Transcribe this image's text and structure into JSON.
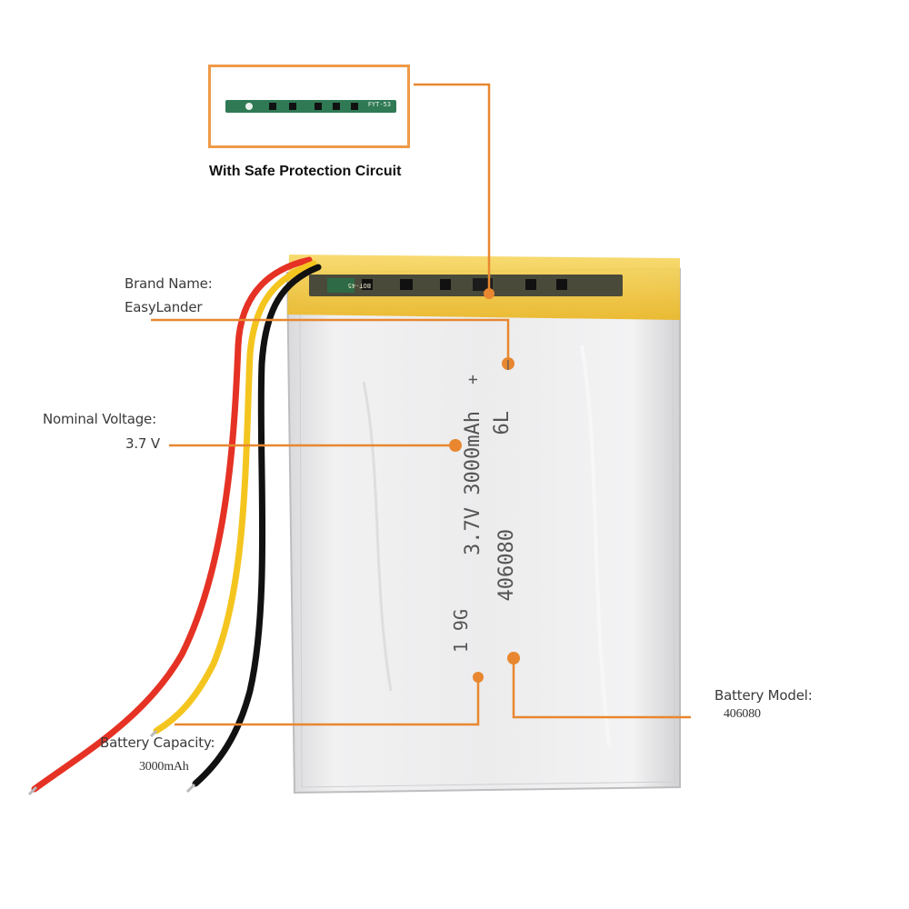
{
  "inset": {
    "caption": "With Safe Protection Circuit",
    "pcb_marking": "FYT-53"
  },
  "pcb_on_battery": {
    "marking": "BOT-45"
  },
  "battery_print": {
    "polarity_minus": "–",
    "polarity_plus": "+",
    "code_line": "6L",
    "spec_line": "3.7V 3000mAh",
    "model_line": "406080",
    "weight_line": "1 9G"
  },
  "callouts": {
    "brand_label": "Brand Name:",
    "brand_value": "EasyLander",
    "voltage_label": "Nominal Voltage:",
    "voltage_value": "3.7 V",
    "capacity_label": "Battery  Capacity:",
    "capacity_value": "3000mAh",
    "model_label": "Battery Model:",
    "model_value": "406080"
  },
  "colors": {
    "accent_orange": "#e8872f",
    "inset_border": "#ef9a47",
    "wire_red": "#e53224",
    "wire_yellow": "#f4c51f",
    "wire_black": "#111111",
    "kapton_tape": "#f2c12e",
    "cell_silver": "#e9e9ea"
  }
}
